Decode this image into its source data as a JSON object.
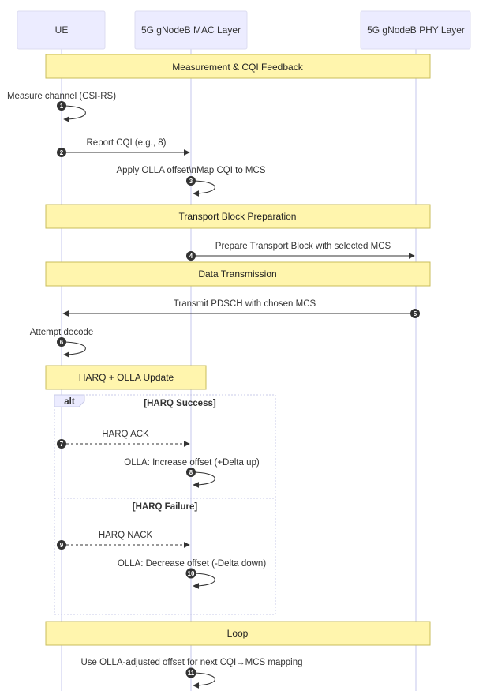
{
  "actors": [
    {
      "id": "ue",
      "label": "UE"
    },
    {
      "id": "mac",
      "label": "5G gNodeB MAC Layer"
    },
    {
      "id": "phy",
      "label": "5G gNodeB PHY Layer"
    }
  ],
  "notes": {
    "n1": "Measurement & CQI Feedback",
    "n2": "Transport Block Preparation",
    "n3": "Data Transmission",
    "n4": "HARQ + OLLA Update",
    "n5": "Loop"
  },
  "messages": [
    {
      "num": "1",
      "label": "Measure channel (CSI-RS)"
    },
    {
      "num": "2",
      "label": "Report CQI (e.g., 8)"
    },
    {
      "num": "3",
      "label": "Apply OLLA offset\\nMap CQI to MCS"
    },
    {
      "num": "4",
      "label": "Prepare Transport Block with selected MCS"
    },
    {
      "num": "5",
      "label": "Transmit PDSCH with chosen MCS"
    },
    {
      "num": "6",
      "label": "Attempt decode"
    },
    {
      "num": "7",
      "label": "HARQ ACK"
    },
    {
      "num": "8",
      "label": "OLLA: Increase offset (+Delta up)"
    },
    {
      "num": "9",
      "label": "HARQ NACK"
    },
    {
      "num": "10",
      "label": "OLLA: Decrease offset (-Delta down)"
    },
    {
      "num": "11",
      "label": "Use OLLA-adjusted offset for next CQI→MCS mapping"
    }
  ],
  "alt": {
    "keyword": "alt",
    "branch1": "[HARQ Success]",
    "branch2": "[HARQ Failure]"
  },
  "colors": {
    "actor_fill": "#ececff",
    "note_fill": "#fff5ad",
    "lifeline": "#cfd0f0",
    "arrow": "#333333"
  }
}
